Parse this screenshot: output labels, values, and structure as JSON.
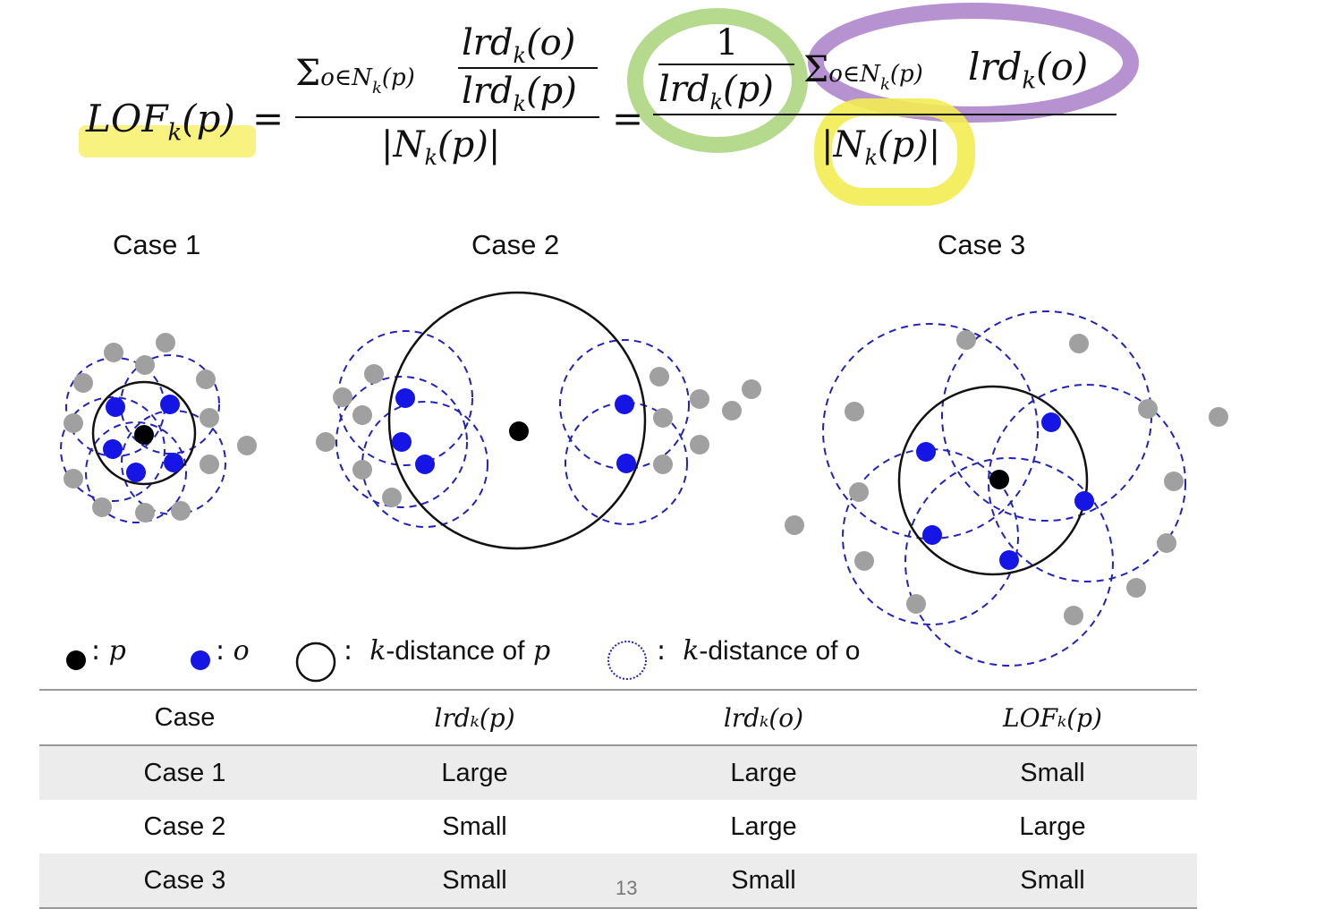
{
  "formula": {
    "lhs": "LOF",
    "lhs_sub": "k",
    "lhs_arg": "(p)",
    "eq": "=",
    "sum_sym": "Σ",
    "sum_sub": "o∈N",
    "sum_sub_k": "k",
    "sum_sub_p": "(p)",
    "lrd": "lrd",
    "k": "k",
    "arg_o": "(o)",
    "arg_p": "(p)",
    "abs_n": "|N",
    "abs_close": "(p)|",
    "one": "1"
  },
  "cases": {
    "case1": "Case 1",
    "case2": "Case 2",
    "case3": "Case 3"
  },
  "legend": {
    "p_sep": ":",
    "p_label": "p",
    "o_sep": ":",
    "o_label": "o",
    "kdist_p_sep": ":",
    "kdist_p_k": "k",
    "kdist_p_text": "-distance of",
    "kdist_p_var": "p",
    "kdist_o_sep": ":",
    "kdist_o_k": "k",
    "kdist_o_text": "-distance of o"
  },
  "table": {
    "headers": {
      "case": "Case",
      "lrd_p": "lrdₖ(p)",
      "lrd_o": "lrdₖ(o)",
      "lof_p": "LOFₖ(p)"
    },
    "rows": [
      {
        "case": "Case 1",
        "lrd_p": "Large",
        "lrd_o": "Large",
        "lof_p": "Small"
      },
      {
        "case": "Case 2",
        "lrd_p": "Small",
        "lrd_o": "Large",
        "lof_p": "Large"
      },
      {
        "case": "Case 3",
        "lrd_p": "Small",
        "lrd_o": "Small",
        "lof_p": "Small"
      }
    ]
  },
  "page_number": "13",
  "colors": {
    "p_point": "#000000",
    "o_point": "#1515e6",
    "other_point": "#a0a0a0",
    "dashed_circle": "#2222bb",
    "highlight_yellow": "#f7f06a",
    "highlight_green": "#a8d47a",
    "highlight_purple": "#a980c8"
  }
}
